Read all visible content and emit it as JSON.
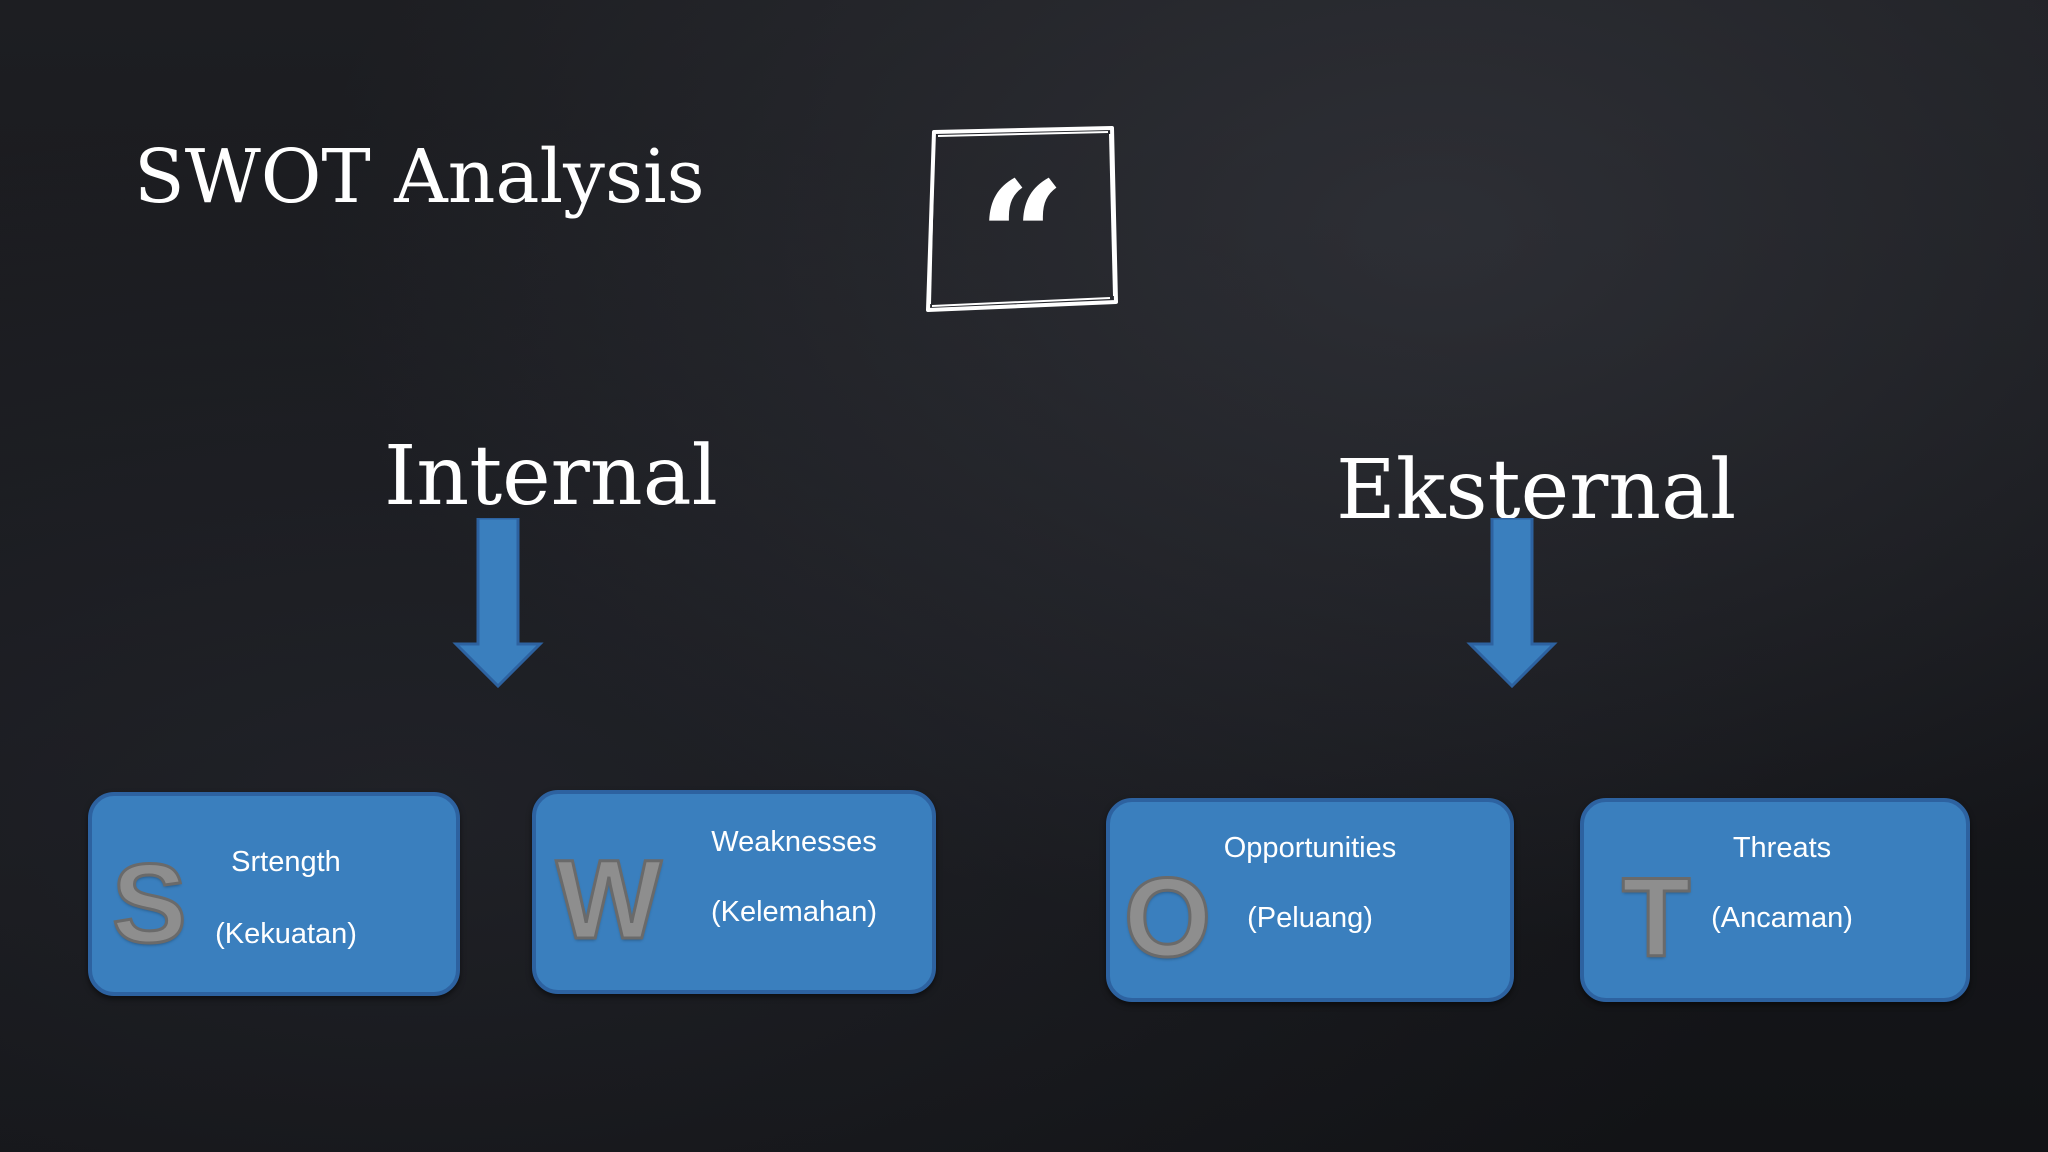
{
  "slide": {
    "title": "SWOT Analysis",
    "quote_mark": "“"
  },
  "groups": {
    "internal": "Internal",
    "eksternal": "Eksternal"
  },
  "colors": {
    "box_fill": "#3a7fbe",
    "box_border": "#2d62a0",
    "arrow": "#3a7fbe",
    "letter": "#8e8e8e",
    "text": "#ffffff"
  },
  "swot": [
    {
      "letter": "S",
      "label": "Srtength",
      "translation": "(Kekuatan)"
    },
    {
      "letter": "W",
      "label": "Weaknesses",
      "translation": "(Kelemahan)"
    },
    {
      "letter": "O",
      "label": "Opportunities",
      "translation": "(Peluang)"
    },
    {
      "letter": "T",
      "label": "Threats",
      "translation": "(Ancaman)"
    }
  ]
}
